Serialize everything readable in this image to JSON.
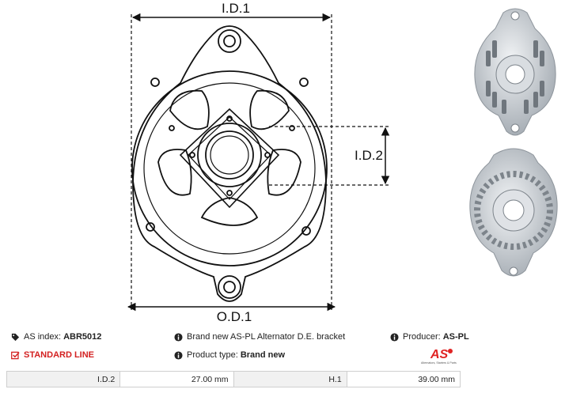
{
  "drawing": {
    "labels": {
      "id1": "I.D.1",
      "id2": "I.D.2",
      "od1": "O.D.1"
    }
  },
  "info": {
    "as_index_label": "AS index:",
    "as_index_value": "ABR5012",
    "description": "Brand new AS-PL Alternator D.E. bracket",
    "producer_label": "Producer:",
    "producer_value": "AS-PL",
    "line_label": "STANDARD LINE",
    "product_type_label": "Product type:",
    "product_type_value": "Brand new"
  },
  "logo": {
    "text": "AS",
    "tagline": "Alternators, Starters & Parts",
    "color": "#e02424"
  },
  "specs": [
    {
      "label": "I.D.2",
      "value": "27.00 mm"
    },
    {
      "label": "H.1",
      "value": "39.00 mm"
    }
  ],
  "colors": {
    "accent": "#d32020",
    "table_label_bg": "#f1f1f1"
  }
}
